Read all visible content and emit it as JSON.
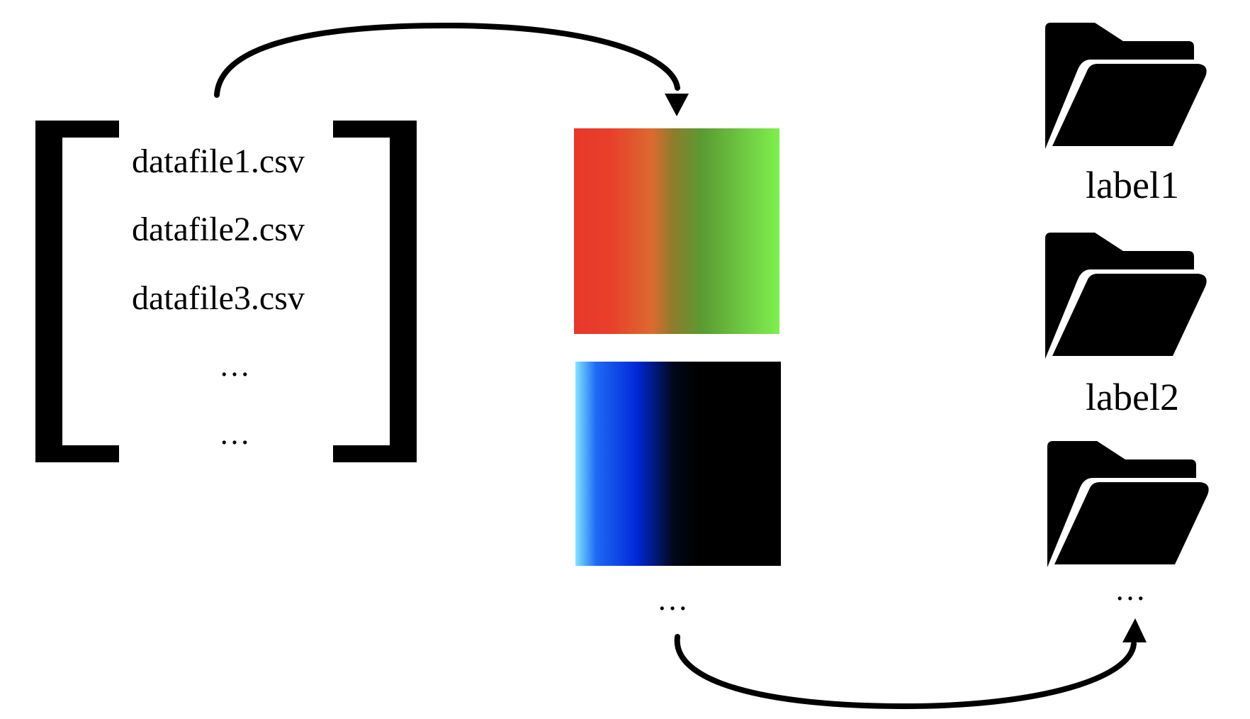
{
  "files": {
    "items": [
      "datafile1.csv",
      "datafile2.csv",
      "datafile3.csv"
    ],
    "more": [
      "…",
      "…"
    ]
  },
  "images": {
    "more": "…"
  },
  "labels": {
    "items": [
      "label1",
      "label2"
    ],
    "more": "…"
  },
  "colors": {
    "stroke": "#000000",
    "background": "#ffffff",
    "gradient_warm": [
      "#e8372a",
      "#e06a30",
      "#8a7a2e",
      "#5cb83a",
      "#7ff04e"
    ],
    "gradient_cool": [
      "#7fe6ff",
      "#1a4df0",
      "#0022c8",
      "#000000"
    ]
  },
  "icons": [
    "folder-open-icon",
    "folder-open-icon",
    "folder-open-icon"
  ]
}
